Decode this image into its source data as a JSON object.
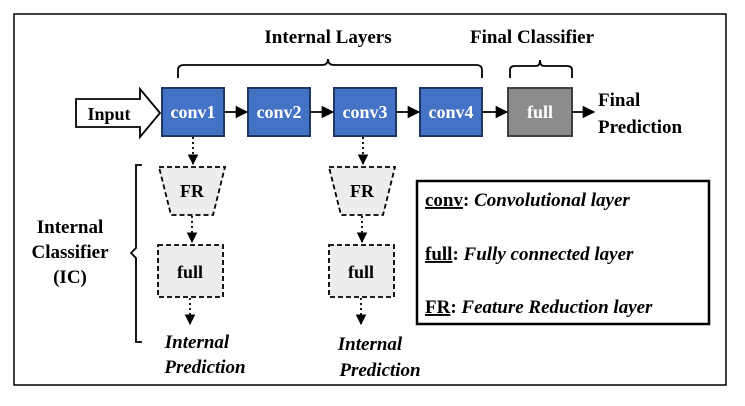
{
  "colors": {
    "conv_fill": "#4472c4",
    "conv_stroke": "#1f3864",
    "full_final_fill": "#8c8c8c",
    "ic_fill": "#ededed",
    "border": "#000000"
  },
  "header": {
    "internal_layers": "Internal Layers",
    "final_classifier": "Final Classifier"
  },
  "input_label": "Input",
  "layers": [
    "conv1",
    "conv2",
    "conv3",
    "conv4"
  ],
  "final_full": "full",
  "final_prediction": [
    "Final",
    "Prediction"
  ],
  "internal_classifier": {
    "label": [
      "Internal",
      "Classifier",
      "(IC)"
    ],
    "branches": [
      {
        "fr": "FR",
        "full": "full",
        "prediction": [
          "Internal",
          "Prediction"
        ]
      },
      {
        "fr": "FR",
        "full": "full",
        "prediction": [
          "Internal",
          "Prediction"
        ]
      }
    ]
  },
  "legend": [
    {
      "term": "conv",
      "sep": ": ",
      "desc": "Convolutional layer"
    },
    {
      "term": "full",
      "sep": ": ",
      "desc": "Fully connected layer"
    },
    {
      "term": "FR",
      "sep": ": ",
      "desc": "Feature Reduction layer"
    }
  ]
}
